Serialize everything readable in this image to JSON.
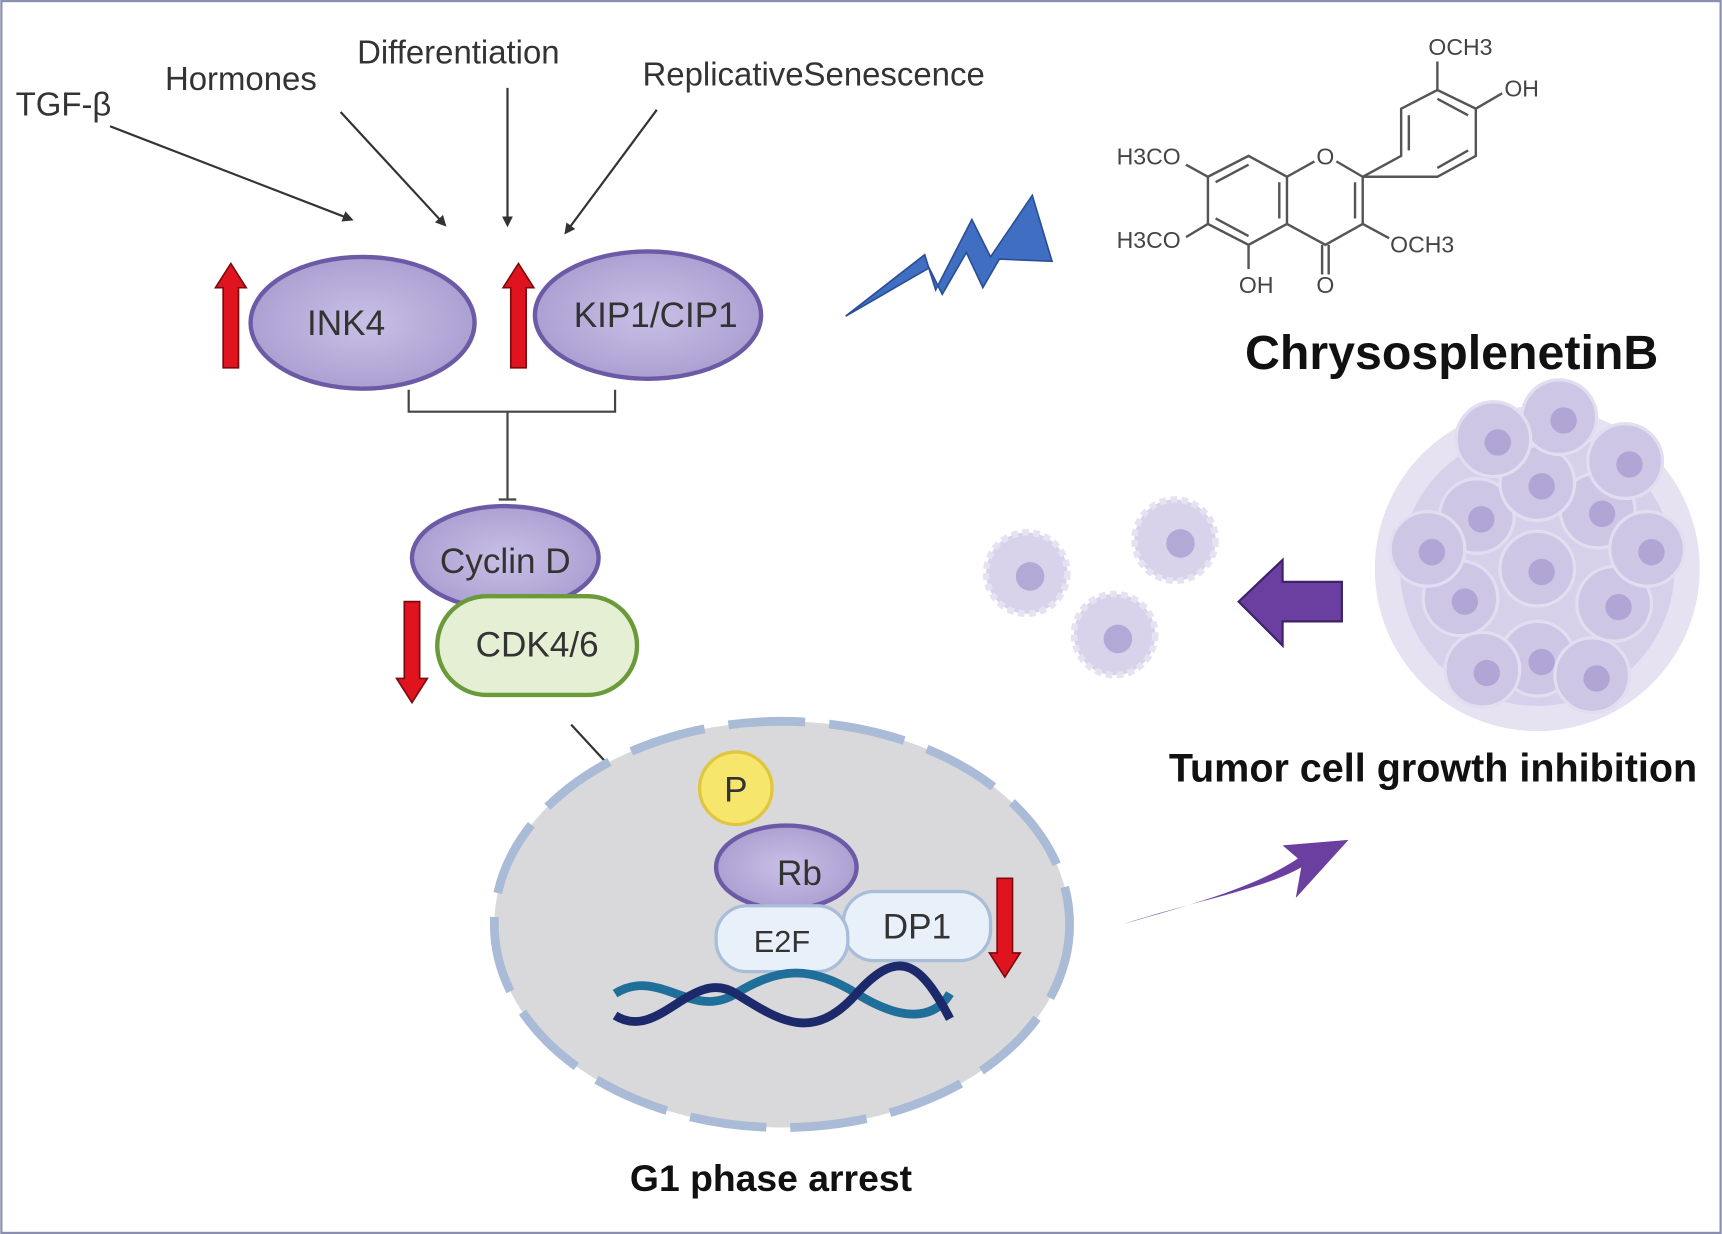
{
  "inputs": {
    "tgf": "TGF-β",
    "hormones": "Hormones",
    "differentiation": "Differentiation",
    "senescence": "ReplicativeSenescence"
  },
  "proteins": {
    "ink4": "INK4",
    "kip": "KIP1/CIP1",
    "cyclin": "Cyclin D",
    "cdk": "CDK4/6",
    "p": "P",
    "rb": "Rb",
    "e2f": "E2F",
    "dp1": "DP1"
  },
  "compound": {
    "name": "ChrysosplenetinB",
    "groups": {
      "och3_top": "OCH3",
      "oh_right": "OH",
      "h3co_upper": "H3CO",
      "h3co_lower": "H3CO",
      "och3_right": "OCH3",
      "oh_bottom": "OH",
      "o_carbonyl": "O",
      "o_ring": "O"
    }
  },
  "captions": {
    "g1": "G1 phase arrest",
    "tumor": "Tumor cell growth inhibition"
  },
  "colors": {
    "protein_fill": "#b5aad8",
    "protein_stroke": "#6d5aa6",
    "cdk_fill": "#e4efd4",
    "cdk_stroke": "#6a9a3a",
    "up_down_arrows": "#e0141e",
    "lightning": "#3f6ec2",
    "purple_arrows": "#6a3fa0",
    "nucleus": "#d9d9db"
  }
}
